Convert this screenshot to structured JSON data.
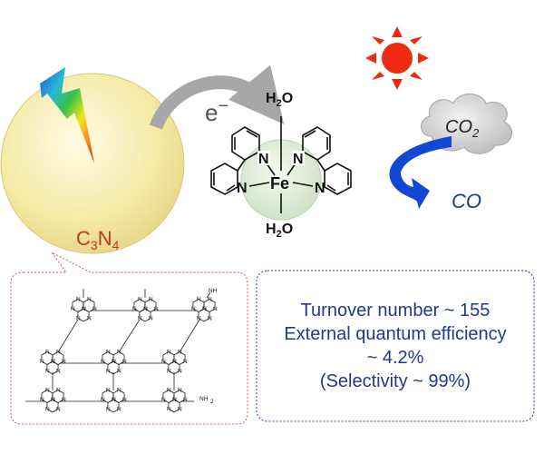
{
  "electron": {
    "label": "e",
    "charge": "−"
  },
  "semiconductor": {
    "C": "C",
    "three": "3",
    "N": "N",
    "four": "4"
  },
  "complex": {
    "metal": "Fe",
    "ligand_atom": "N",
    "axial_ligand": {
      "H": "H",
      "two": "2",
      "O": "O"
    }
  },
  "reaction": {
    "reactant": {
      "C": "CO",
      "two": "2"
    },
    "product": "CO"
  },
  "structure": {
    "amine_label": "NH",
    "amine_terminal": "NH",
    "amine_subscript": "2",
    "ring_atom": "N"
  },
  "results": {
    "lines": [
      "Turnover number ~ 155",
      "External quantum efficiency",
      "~ 4.2%",
      "(Selectivity  ~ 99%)"
    ]
  },
  "colors": {
    "sphere": "#f6eaa6",
    "c3n4_label": "#c0392b",
    "complex_sphere": "#dcebd4",
    "result_text": "#1f3a8c",
    "arrow_blue": "#1247d6",
    "sun": "#ee2a10",
    "grey_arrow": "#a7a7a7",
    "frame_red": "#c75a5a",
    "frame_blue": "#2b3f8f"
  }
}
